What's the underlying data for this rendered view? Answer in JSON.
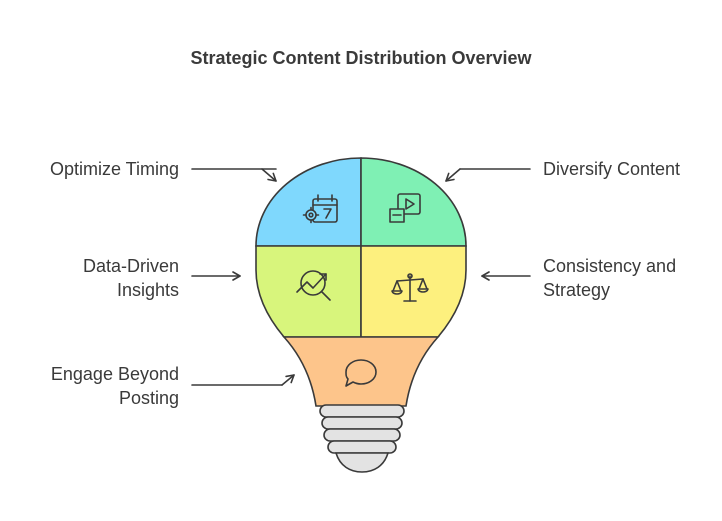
{
  "title": "Strategic Content Distribution Overview",
  "sections": [
    {
      "id": "optimize-timing",
      "lines": [
        "Optimize Timing"
      ],
      "color": "#7fd8fd",
      "icon": "calendar-gear-icon"
    },
    {
      "id": "diversify-content",
      "lines": [
        "Diversify Content"
      ],
      "color": "#7ff0b4",
      "icon": "video-content-icon"
    },
    {
      "id": "data-driven-insights",
      "lines": [
        "Data-Driven",
        "Insights"
      ],
      "color": "#d8f57c",
      "icon": "analytics-magnifier-icon"
    },
    {
      "id": "consistency-strategy",
      "lines": [
        "Consistency and",
        "Strategy"
      ],
      "color": "#fdf07e",
      "icon": "balance-scale-icon"
    },
    {
      "id": "engage-beyond-posting",
      "lines": [
        "Engage Beyond",
        "Posting"
      ],
      "color": "#fdc58b",
      "icon": "chat-bubble-icon"
    }
  ],
  "colors": {
    "outline": "#3a3a3a",
    "text": "#3a3a3a",
    "base": "#e3e3e3"
  }
}
